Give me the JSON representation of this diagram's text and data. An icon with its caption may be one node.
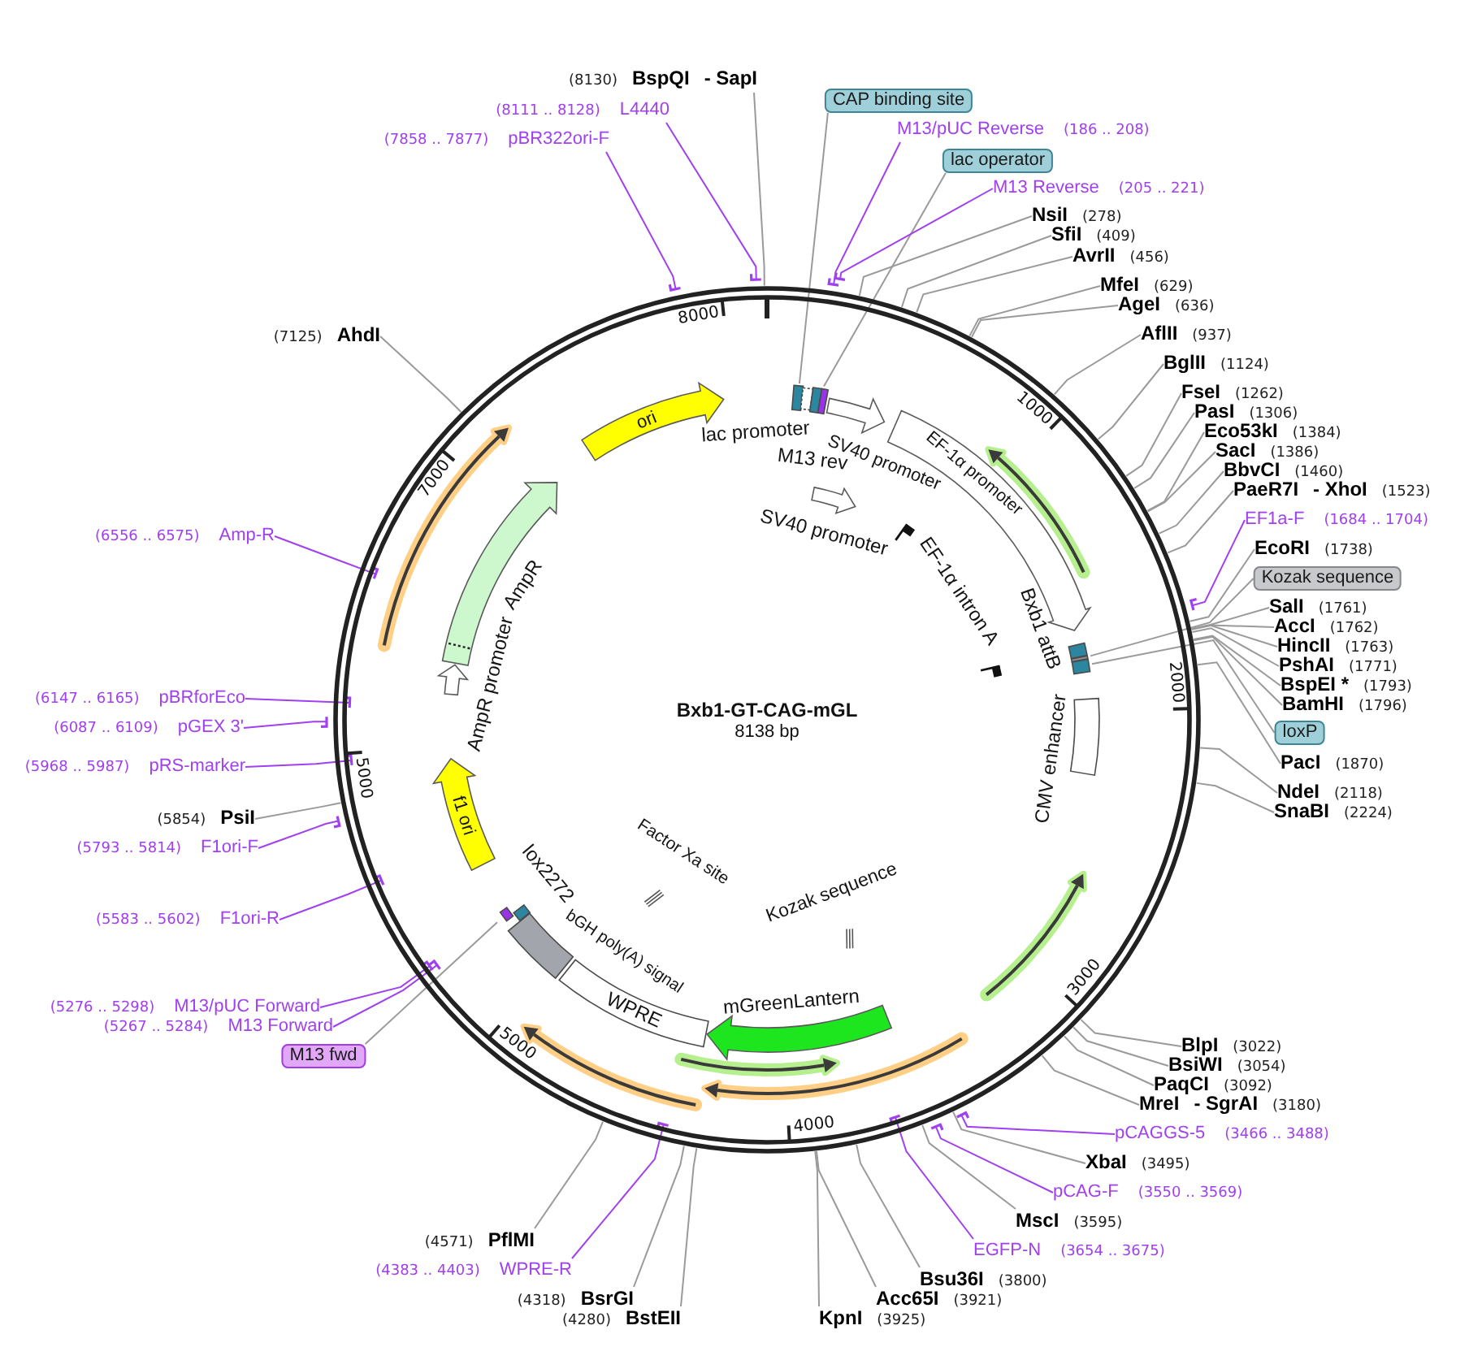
{
  "diagram": {
    "nodes": [
      {
        "text": [
          "Bxb1-GT-CAG-mGL",
          "8138 bp"
        ]
      },
      {
        "text": [
          "(8130)",
          "BspQI",
          "- SapI"
        ]
      },
      {
        "text": [
          "(8111 .. 8128)",
          "L4440"
        ]
      },
      {
        "text": [
          "(7858 .. 7877)",
          "pBR322ori-F"
        ]
      },
      {
        "text": [
          "CAP binding site"
        ]
      },
      {
        "text": [
          "M13/pUC Reverse",
          "(186 .. 208)"
        ]
      },
      {
        "text": [
          "lac operator"
        ]
      },
      {
        "text": [
          "M13 Reverse",
          "(205 .. 221)"
        ]
      },
      {
        "text": [
          "NsiI",
          "(278)"
        ]
      },
      {
        "text": [
          "SfiI",
          "(409)"
        ]
      },
      {
        "text": [
          "AvrII",
          "(456)"
        ]
      },
      {
        "text": [
          "MfeI",
          "(629)"
        ]
      },
      {
        "text": [
          "AgeI",
          "(636)"
        ]
      },
      {
        "text": [
          "AflII",
          "(937)"
        ]
      },
      {
        "text": [
          "BglII",
          "(1124)"
        ]
      },
      {
        "text": [
          "FseI",
          "(1262)"
        ]
      },
      {
        "text": [
          "PasI",
          "(1306)"
        ]
      },
      {
        "text": [
          "Eco53kI",
          "(1384)"
        ]
      },
      {
        "text": [
          "SacI",
          "(1386)"
        ]
      },
      {
        "text": [
          "BbvCI",
          "(1460)"
        ]
      },
      {
        "text": [
          "PaeR7I",
          "- XhoI",
          "(1523)"
        ]
      },
      {
        "text": [
          "EF1a-F",
          "(1684 .. 1704)"
        ]
      },
      {
        "text": [
          "EcoRI",
          "(1738)"
        ]
      },
      {
        "text": [
          "Kozak sequence"
        ]
      },
      {
        "text": [
          "SalI",
          "(1761)"
        ]
      },
      {
        "text": [
          "AccI",
          "(1762)"
        ]
      },
      {
        "text": [
          "HincII",
          "(1763)"
        ]
      },
      {
        "text": [
          "PshAI",
          "(1771)"
        ]
      },
      {
        "text": [
          "BspEI *",
          "(1793)"
        ]
      },
      {
        "text": [
          "BamHI",
          "(1796)"
        ]
      },
      {
        "text": [
          "loxP"
        ]
      },
      {
        "text": [
          "PacI",
          "(1870)"
        ]
      },
      {
        "text": [
          "NdeI",
          "(2118)"
        ]
      },
      {
        "text": [
          "SnaBI",
          "(2224)"
        ]
      },
      {
        "text": [
          "BlpI",
          "(3022)"
        ]
      },
      {
        "text": [
          "BsiWI",
          "(3054)"
        ]
      },
      {
        "text": [
          "PaqCI",
          "(3092)"
        ]
      },
      {
        "text": [
          "MreI",
          "- SgrAI",
          "(3180)"
        ]
      },
      {
        "text": [
          "pCAGGS-5",
          "(3466 .. 3488)"
        ]
      },
      {
        "text": [
          "XbaI",
          "(3495)"
        ]
      },
      {
        "text": [
          "pCAG-F",
          "(3550 .. 3569)"
        ]
      },
      {
        "text": [
          "MscI",
          "(3595)"
        ]
      },
      {
        "text": [
          "EGFP-N",
          "(3654 .. 3675)"
        ]
      },
      {
        "text": [
          "Bsu36I",
          "(3800)"
        ]
      },
      {
        "text": [
          "Acc65I",
          "(3921)"
        ]
      },
      {
        "text": [
          "KpnI",
          "(3925)"
        ]
      },
      {
        "text": [
          "(4280)",
          "BstEII"
        ]
      },
      {
        "text": [
          "(4318)",
          "BsrGI"
        ]
      },
      {
        "text": [
          "(4383 .. 4403)",
          "WPRE-R"
        ]
      },
      {
        "text": [
          "(4571)",
          "PflMI"
        ]
      },
      {
        "text": [
          "M13 fwd"
        ]
      },
      {
        "text": [
          "(5267 .. 5284)",
          "M13 Forward"
        ]
      },
      {
        "text": [
          "(5276 .. 5298)",
          "M13/pUC Forward"
        ]
      },
      {
        "text": [
          "(5583 .. 5602)",
          "F1ori-R"
        ]
      },
      {
        "text": [
          "(5793 .. 5814)",
          "F1ori-F"
        ]
      },
      {
        "text": [
          "(5854)",
          "PsiI"
        ]
      },
      {
        "text": [
          "(5968 .. 5987)",
          "pRS-marker"
        ]
      },
      {
        "text": [
          "(6087 .. 6109)",
          "pGEX 3'"
        ]
      },
      {
        "text": [
          "(6147 .. 6165)",
          "pBRforEco"
        ]
      },
      {
        "text": [
          "(6556 .. 6575)",
          "Amp-R"
        ]
      },
      {
        "text": [
          "(7125)",
          "AhdI"
        ]
      },
      {
        "text": [],
        "shape": "box",
        "in": 0
      },
      {
        "text": [],
        "shape": "box",
        "in": 0
      },
      {
        "text": [],
        "shape": "box",
        "in": 0
      },
      {
        "text": [],
        "shape": "box",
        "in": 0
      },
      {
        "text": [],
        "shape": "arrow",
        "beside": [
          "SV40 promoter"
        ],
        "in": 0
      },
      {
        "text": [],
        "shape": "arrow",
        "beside": [
          "SV40 promoter"
        ],
        "in": 0
      },
      {
        "text": [
          "EF-1α promoter"
        ],
        "in": 0
      },
      {
        "text": [
          "EF-1α intron A"
        ],
        "in": 0
      },
      {
        "text": [],
        "shape": "box",
        "beside": [
          "Bxb1 attB"
        ],
        "in": 0
      },
      {
        "text": [],
        "shape": "bar",
        "in": 0
      },
      {
        "text": [],
        "shape": "box",
        "in": 0
      },
      {
        "text": [],
        "shape": "box",
        "beside": [
          "CMV enhancer"
        ],
        "in": 0
      },
      {
        "text": [],
        "shape": "bar",
        "beside": [
          "Kozak sequence"
        ],
        "in": 0
      },
      {
        "text": [],
        "shape": "arrow",
        "beside": [
          "mGreenLantern"
        ],
        "in": 0
      },
      {
        "text": [
          "WPRE"
        ],
        "in": 0
      },
      {
        "text": [],
        "shape": "box",
        "beside": [
          "bGH poly(A) signal"
        ],
        "in": 0
      },
      {
        "text": [],
        "shape": "bar",
        "beside": [
          "Factor Xa site"
        ],
        "in": 0
      },
      {
        "text": [],
        "shape": "box",
        "beside": [
          "lox2272"
        ],
        "in": 0
      },
      {
        "text": [],
        "shape": "bar",
        "in": 0
      },
      {
        "text": [
          "f1 ori"
        ],
        "in": 0
      },
      {
        "text": [],
        "shape": "arrow",
        "beside": [
          "AmpR promoter"
        ],
        "in": 0
      },
      {
        "text": [],
        "shape": "arrow",
        "beside": [
          "AmpR"
        ],
        "in": 0
      },
      {
        "text": [
          "ori"
        ],
        "in": 0
      },
      {
        "text": [],
        "shape": "arrow",
        "in": 0
      },
      {
        "text": [],
        "shape": "arrow",
        "in": 0
      },
      {
        "text": [],
        "shape": "arrow",
        "in": 0
      },
      {
        "text": [],
        "shape": "arrow",
        "in": 0
      },
      {
        "text": [],
        "shape": "arrow",
        "in": 0
      },
      {
        "text": [],
        "shape": "arrow",
        "in": 0
      }
    ],
    "edges": [
      {
        "from": 1,
        "to": 0,
        "arrow": "none"
      },
      {
        "from": 2,
        "to": 0,
        "arrow": "other",
        "color": "#a040f0"
      },
      {
        "from": 3,
        "to": 0,
        "arrow": "other",
        "color": "#a040f0"
      },
      {
        "from": 4,
        "to": 61,
        "arrow": "none"
      },
      {
        "from": 5,
        "to": 0,
        "arrow": "other",
        "color": "#a040f0"
      },
      {
        "from": 6,
        "to": 63,
        "arrow": "none"
      },
      {
        "from": 7,
        "to": 0,
        "arrow": "other",
        "color": "#a040f0"
      },
      {
        "from": 8,
        "to": 0,
        "arrow": "none"
      },
      {
        "from": 9,
        "to": 0,
        "arrow": "none"
      },
      {
        "from": 10,
        "to": 0,
        "arrow": "none"
      },
      {
        "from": 11,
        "to": 0,
        "arrow": "none"
      },
      {
        "from": 12,
        "to": 0,
        "arrow": "none"
      },
      {
        "from": 13,
        "to": 0,
        "arrow": "none"
      },
      {
        "from": 14,
        "to": 0,
        "arrow": "none"
      },
      {
        "from": 15,
        "to": 0,
        "arrow": "none"
      },
      {
        "from": 16,
        "to": 0,
        "arrow": "none"
      },
      {
        "from": 17,
        "to": 0,
        "arrow": "none"
      },
      {
        "from": 18,
        "to": 0,
        "arrow": "none"
      },
      {
        "from": 19,
        "to": 0,
        "arrow": "none"
      },
      {
        "from": 20,
        "to": 0,
        "arrow": "none"
      },
      {
        "from": 21,
        "to": 0,
        "arrow": "other",
        "color": "#a040f0"
      },
      {
        "from": 22,
        "to": 0,
        "arrow": "none"
      },
      {
        "from": 23,
        "to": 70,
        "arrow": "none"
      },
      {
        "from": 24,
        "to": 0,
        "arrow": "none"
      },
      {
        "from": 25,
        "to": 0,
        "arrow": "none"
      },
      {
        "from": 26,
        "to": 0,
        "arrow": "none"
      },
      {
        "from": 27,
        "to": 0,
        "arrow": "none"
      },
      {
        "from": 28,
        "to": 0,
        "arrow": "none"
      },
      {
        "from": 29,
        "to": 0,
        "arrow": "none"
      },
      {
        "from": 30,
        "to": 71,
        "arrow": "none"
      },
      {
        "from": 31,
        "to": 0,
        "arrow": "none"
      },
      {
        "from": 32,
        "to": 0,
        "arrow": "none"
      },
      {
        "from": 33,
        "to": 0,
        "arrow": "none"
      },
      {
        "from": 34,
        "to": 0,
        "arrow": "none"
      },
      {
        "from": 35,
        "to": 0,
        "arrow": "none"
      },
      {
        "from": 36,
        "to": 0,
        "arrow": "none"
      },
      {
        "from": 37,
        "to": 0,
        "arrow": "none"
      },
      {
        "from": 38,
        "to": 0,
        "arrow": "other",
        "color": "#a040f0"
      },
      {
        "from": 39,
        "to": 0,
        "arrow": "none"
      },
      {
        "from": 40,
        "to": 0,
        "arrow": "other",
        "color": "#a040f0"
      },
      {
        "from": 41,
        "to": 0,
        "arrow": "none"
      },
      {
        "from": 42,
        "to": 0,
        "arrow": "other",
        "color": "#a040f0"
      },
      {
        "from": 43,
        "to": 0,
        "arrow": "none"
      },
      {
        "from": 44,
        "to": 0,
        "arrow": "none"
      },
      {
        "from": 45,
        "to": 0,
        "arrow": "none"
      },
      {
        "from": 46,
        "to": 0,
        "arrow": "none"
      },
      {
        "from": 47,
        "to": 0,
        "arrow": "none"
      },
      {
        "from": 48,
        "to": 0,
        "arrow": "other",
        "color": "#a040f0"
      },
      {
        "from": 49,
        "to": 0,
        "arrow": "none"
      },
      {
        "from": 50,
        "to": 79,
        "arrow": "none"
      },
      {
        "from": 51,
        "to": 0,
        "arrow": "other",
        "color": "#a040f0"
      },
      {
        "from": 52,
        "to": 0,
        "arrow": "other",
        "color": "#a040f0"
      },
      {
        "from": 53,
        "to": 0,
        "arrow": "other",
        "color": "#a040f0"
      },
      {
        "from": 54,
        "to": 0,
        "arrow": "other",
        "color": "#a040f0"
      },
      {
        "from": 55,
        "to": 0,
        "arrow": "none"
      },
      {
        "from": 56,
        "to": 0,
        "arrow": "other",
        "color": "#a040f0"
      },
      {
        "from": 57,
        "to": 0,
        "arrow": "other",
        "color": "#a040f0"
      },
      {
        "from": 58,
        "to": 0,
        "arrow": "other",
        "color": "#a040f0"
      },
      {
        "from": 59,
        "to": 0,
        "arrow": "other",
        "color": "#a040f0"
      },
      {
        "from": 60,
        "to": 0,
        "arrow": "none"
      }
    ],
    "labels": [
      "lac promoter",
      "M13 rev",
      "1000",
      "2000",
      "3000",
      "4000",
      "5000",
      "5000",
      "7000",
      "8000"
    ]
  }
}
